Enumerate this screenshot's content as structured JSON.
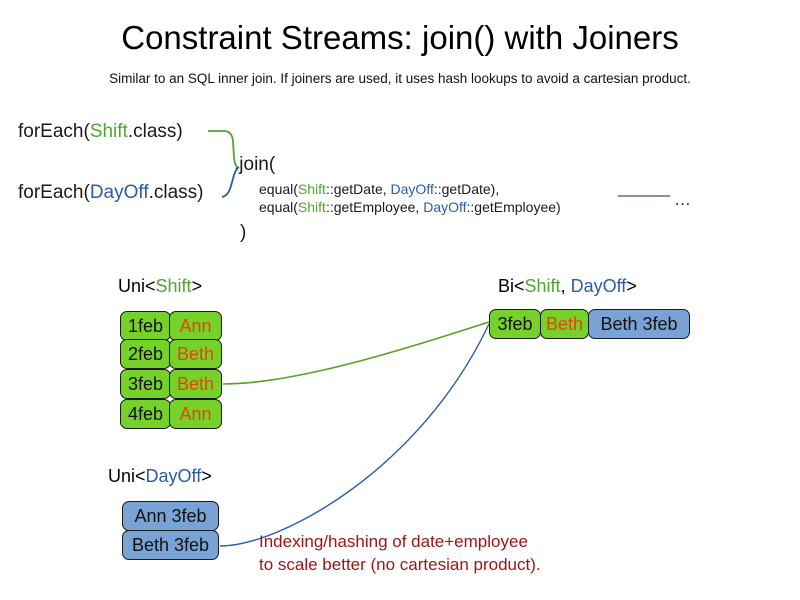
{
  "slide": {
    "title": "Constraint Streams: join() with Joiners",
    "subtitle": "Similar to an SQL inner join. If joiners are used, it uses hash lookups to avoid a cartesian product."
  },
  "code": {
    "foreach_shift": {
      "prefix": "forEach(",
      "type": "Shift",
      "suffix": ".class)"
    },
    "foreach_dayoff": {
      "prefix": "forEach(",
      "type": "DayOff",
      "suffix": ".class)"
    },
    "join_open": ".join(",
    "join_close": ")",
    "joiner_lines": [
      {
        "prefix": "equal(",
        "left_type": "Shift",
        "left_method": "::getDate, ",
        "right_type": "DayOff",
        "right_method": "::getDate),"
      },
      {
        "prefix": "equal(",
        "left_type": "Shift",
        "left_method": "::getEmployee, ",
        "right_type": "DayOff",
        "right_method": "::getEmployee)"
      }
    ],
    "ellipsis": "…"
  },
  "streams": {
    "uni_shift": {
      "label_prefix": "Uni<",
      "label_type": "Shift",
      "label_suffix": ">",
      "rows": [
        {
          "date": "1feb",
          "employee": "Ann"
        },
        {
          "date": "2feb",
          "employee": "Beth"
        },
        {
          "date": "3feb",
          "employee": "Beth"
        },
        {
          "date": "4feb",
          "employee": "Ann"
        }
      ]
    },
    "uni_dayoff": {
      "label_prefix": "Uni<",
      "label_type": "DayOff",
      "label_suffix": ">",
      "rows": [
        {
          "text": "Ann 3feb"
        },
        {
          "text": "Beth 3feb"
        }
      ]
    },
    "bi_result": {
      "label_prefix": "Bi<",
      "label_type_a": "Shift",
      "label_sep": ", ",
      "label_type_b": "DayOff",
      "label_suffix": ">",
      "cells": {
        "date": "3feb",
        "employee": "Beth",
        "dayoff": "Beth 3feb"
      }
    }
  },
  "annotation": {
    "line1": "Indexing/hashing of date+employee",
    "line2": "to scale better (no cartesian product)."
  },
  "colors": {
    "shift_green": "#4ea72e",
    "dayoff_blue": "#2a5caa",
    "fact_green": "#76d22b",
    "fact_blue": "#79a3d4",
    "employee_orange": "#e8440a",
    "annotation_red": "#9e1313",
    "connector_line": "#7c5f86"
  }
}
